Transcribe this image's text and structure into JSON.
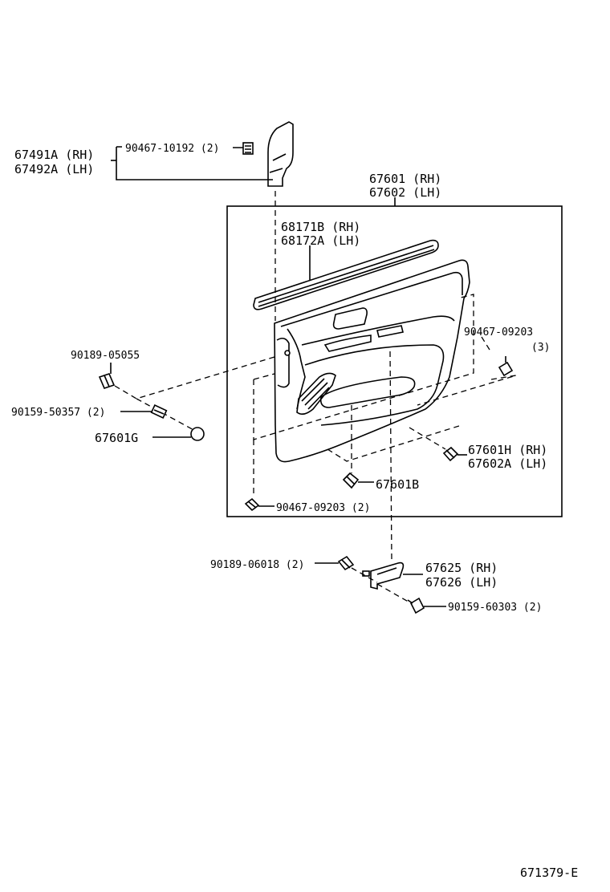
{
  "labels": {
    "l_67491a": "67491A (RH)",
    "l_67492a": "67492A (LH)",
    "l_90467_10192": "90467-10192 (2)",
    "l_67601": "67601 (RH)",
    "l_67602": "67602 (LH)",
    "l_68171b": "68171B (RH)",
    "l_68172a": "68172A (LH)",
    "l_90467_09203_a": "90467-09203",
    "l_qty3": "(3)",
    "l_90189_05055": "90189-05055",
    "l_90159_50357": "90159-50357 (2)",
    "l_67601g": "67601G",
    "l_67601h": "67601H (RH)",
    "l_67602a": "67602A (LH)",
    "l_67601b": "67601B",
    "l_90467_09203_b": "90467-09203 (2)",
    "l_90189_06018": "90189-06018 (2)",
    "l_67625": "67625 (RH)",
    "l_67626": "67626 (LH)",
    "l_90159_60303": "90159-60303 (2)",
    "l_code": "671379-E"
  }
}
